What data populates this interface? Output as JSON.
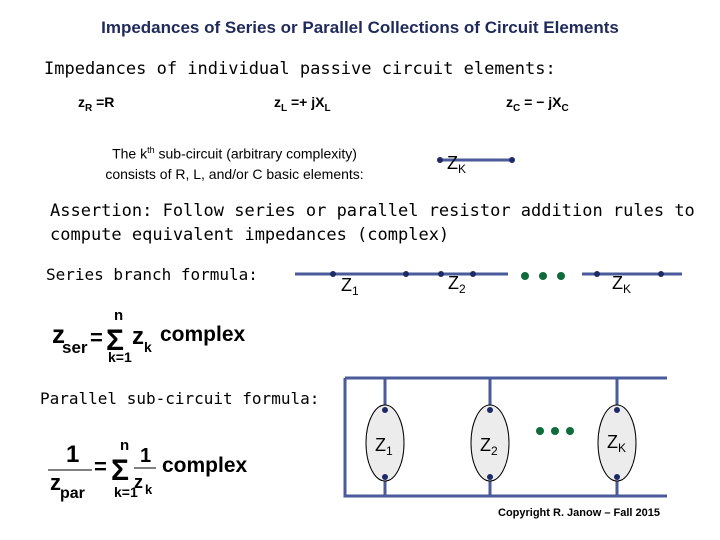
{
  "title": "Impedances of Series or Parallel Collections of Circuit Elements",
  "intro": "Impedances of individual passive circuit elements:",
  "equations": {
    "resistor": {
      "lhs": "z",
      "sub": "R",
      "rhs": " =R"
    },
    "inductor": {
      "lhs": "z",
      "sub": "L",
      "rhs": " =+ jX",
      "rsub": "L"
    },
    "capacitor": {
      "lhs": "z",
      "sub": "C",
      "rhs": " = − jX",
      "rsub": "C"
    }
  },
  "subcircuit_note": {
    "line1_a": "The k",
    "line1_sup": "th",
    "line1_b": " sub-circuit (arbitrary complexity)",
    "line2": "consists of R, L, and/or C basic elements:"
  },
  "assertion": {
    "line1": "Assertion: Follow series or parallel resistor addition rules to",
    "line2": "compute equivalent impedances (complex)"
  },
  "series_label": "Series branch formula:",
  "parallel_label": "Parallel sub-circuit formula:",
  "elements": {
    "zk_single": {
      "main": "Z",
      "sub": "K"
    },
    "series": [
      {
        "main": "Z",
        "sub": "1"
      },
      {
        "main": "Z",
        "sub": "2"
      },
      {
        "main": "Z",
        "sub": "K"
      }
    ],
    "parallel": [
      {
        "main": "Z",
        "sub": "1"
      },
      {
        "main": "Z",
        "sub": "2"
      },
      {
        "main": "Z",
        "sub": "K"
      }
    ]
  },
  "series_formula": {
    "lhs": "z",
    "lhs_sub": "ser",
    "sigma_top": "n",
    "sigma_bottom": "k=1",
    "term": "z",
    "term_sub": "k",
    "word": "complex"
  },
  "parallel_formula": {
    "num": "1",
    "den": "z",
    "den_sub": "par",
    "sigma_top": "n",
    "sigma_bottom": "k=1",
    "term_num": "1",
    "term_den": "z",
    "term_sub": "k",
    "word": "complex"
  },
  "copyright": "Copyright R. Janow – Fall 2015",
  "colors": {
    "wire": "#4a5a9a",
    "dot": "#0f6b3a",
    "node": "#1e2a66",
    "title": "#1f2a5a"
  }
}
